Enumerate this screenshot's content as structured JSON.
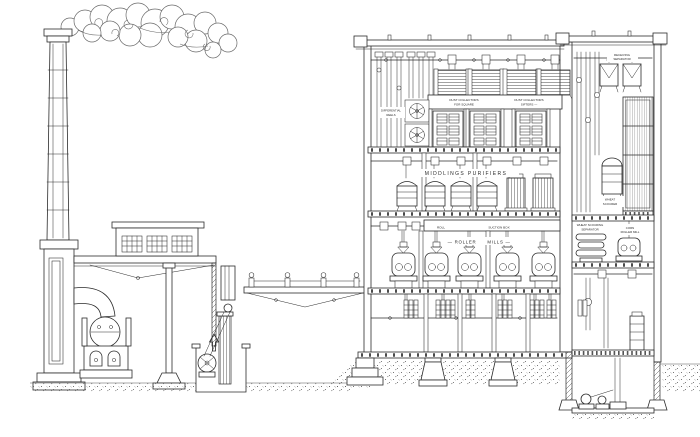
{
  "colors": {
    "paper": "#ffffff",
    "ink": "#2b2b2b",
    "smoke": "#6a6a6a",
    "earth": "#555555"
  },
  "labels": {
    "differential_reels": [
      "DIFFERENTIAL",
      "REELS"
    ],
    "dust_collectors_left": [
      "DUST COLLECTORS",
      "FOR SQUARE"
    ],
    "dust_collectors_right": [
      "DUST COLLECTORS",
      "SIFTERS —"
    ],
    "middlings_purifiers": "MIDDLINGS PURIFIERS",
    "roll_suction_box": [
      "ROLL",
      "SUCTION BOX"
    ],
    "roller_mills": [
      "— ROLLER",
      "MILLS —"
    ],
    "receiving_separator": [
      "RECEIVING",
      "SEPARATOR"
    ],
    "wheat_scourer": [
      "WHEAT",
      "SCOURER"
    ],
    "wheat_scouring_separator": [
      "WHEAT SCOURING",
      "SEPARATOR"
    ],
    "corn_roller_mill": [
      "CORN",
      "ROLLER MILL"
    ]
  },
  "counts": {
    "centrifugal_reels": 4,
    "square_sifters": 3,
    "middlings_purifiers": 4,
    "dusters": 2,
    "roller_mills": 5,
    "foundation_piers": 2,
    "grain_bin_compartments": 4
  }
}
